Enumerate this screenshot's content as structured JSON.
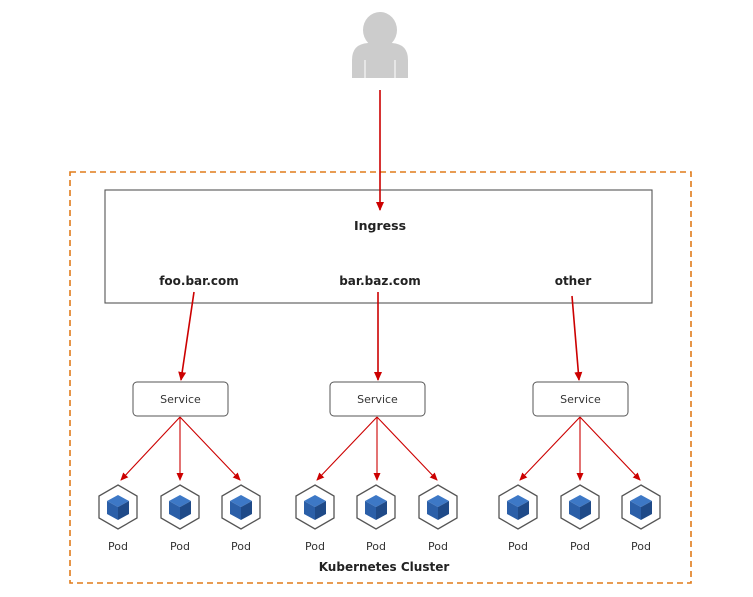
{
  "ingress": {
    "title": "Ingress",
    "hosts": [
      "foo.bar.com",
      "bar.baz.com",
      "other"
    ]
  },
  "services": [
    {
      "label": "Service",
      "pods": [
        "Pod",
        "Pod",
        "Pod"
      ]
    },
    {
      "label": "Service",
      "pods": [
        "Pod",
        "Pod",
        "Pod"
      ]
    },
    {
      "label": "Service",
      "pods": [
        "Pod",
        "Pod",
        "Pod"
      ]
    }
  ],
  "cluster": {
    "label": "Kubernetes Cluster"
  },
  "colors": {
    "arrow": "#cc0000",
    "cluster_border": "#e07b1a",
    "pod_blue": "#2b5fa8",
    "user_grey": "#cccccc"
  }
}
